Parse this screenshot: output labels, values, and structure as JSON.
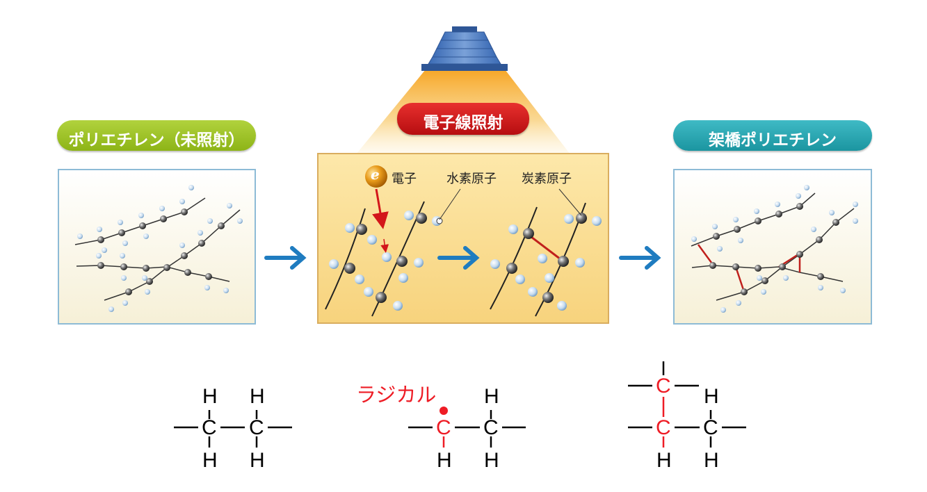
{
  "header": {
    "left_title": "ポリエチレン（未照射）",
    "middle_title": "電子線照射",
    "right_title": "架橋ポリエチレン"
  },
  "middle_panel": {
    "electron_symbol": "e",
    "electron_label": "電子",
    "hydrogen_label": "水素原子",
    "carbon_label": "炭素原子"
  },
  "formulas": {
    "atom_h": "H",
    "atom_c": "C",
    "radical_label": "ラジカル"
  },
  "colors": {
    "green_pill": "#9bc221",
    "red_pill": "#cc1a1c",
    "teal_pill": "#26a6b1",
    "arrow_blue": "#1f7cc0",
    "highlight_red": "#ee1c25"
  }
}
